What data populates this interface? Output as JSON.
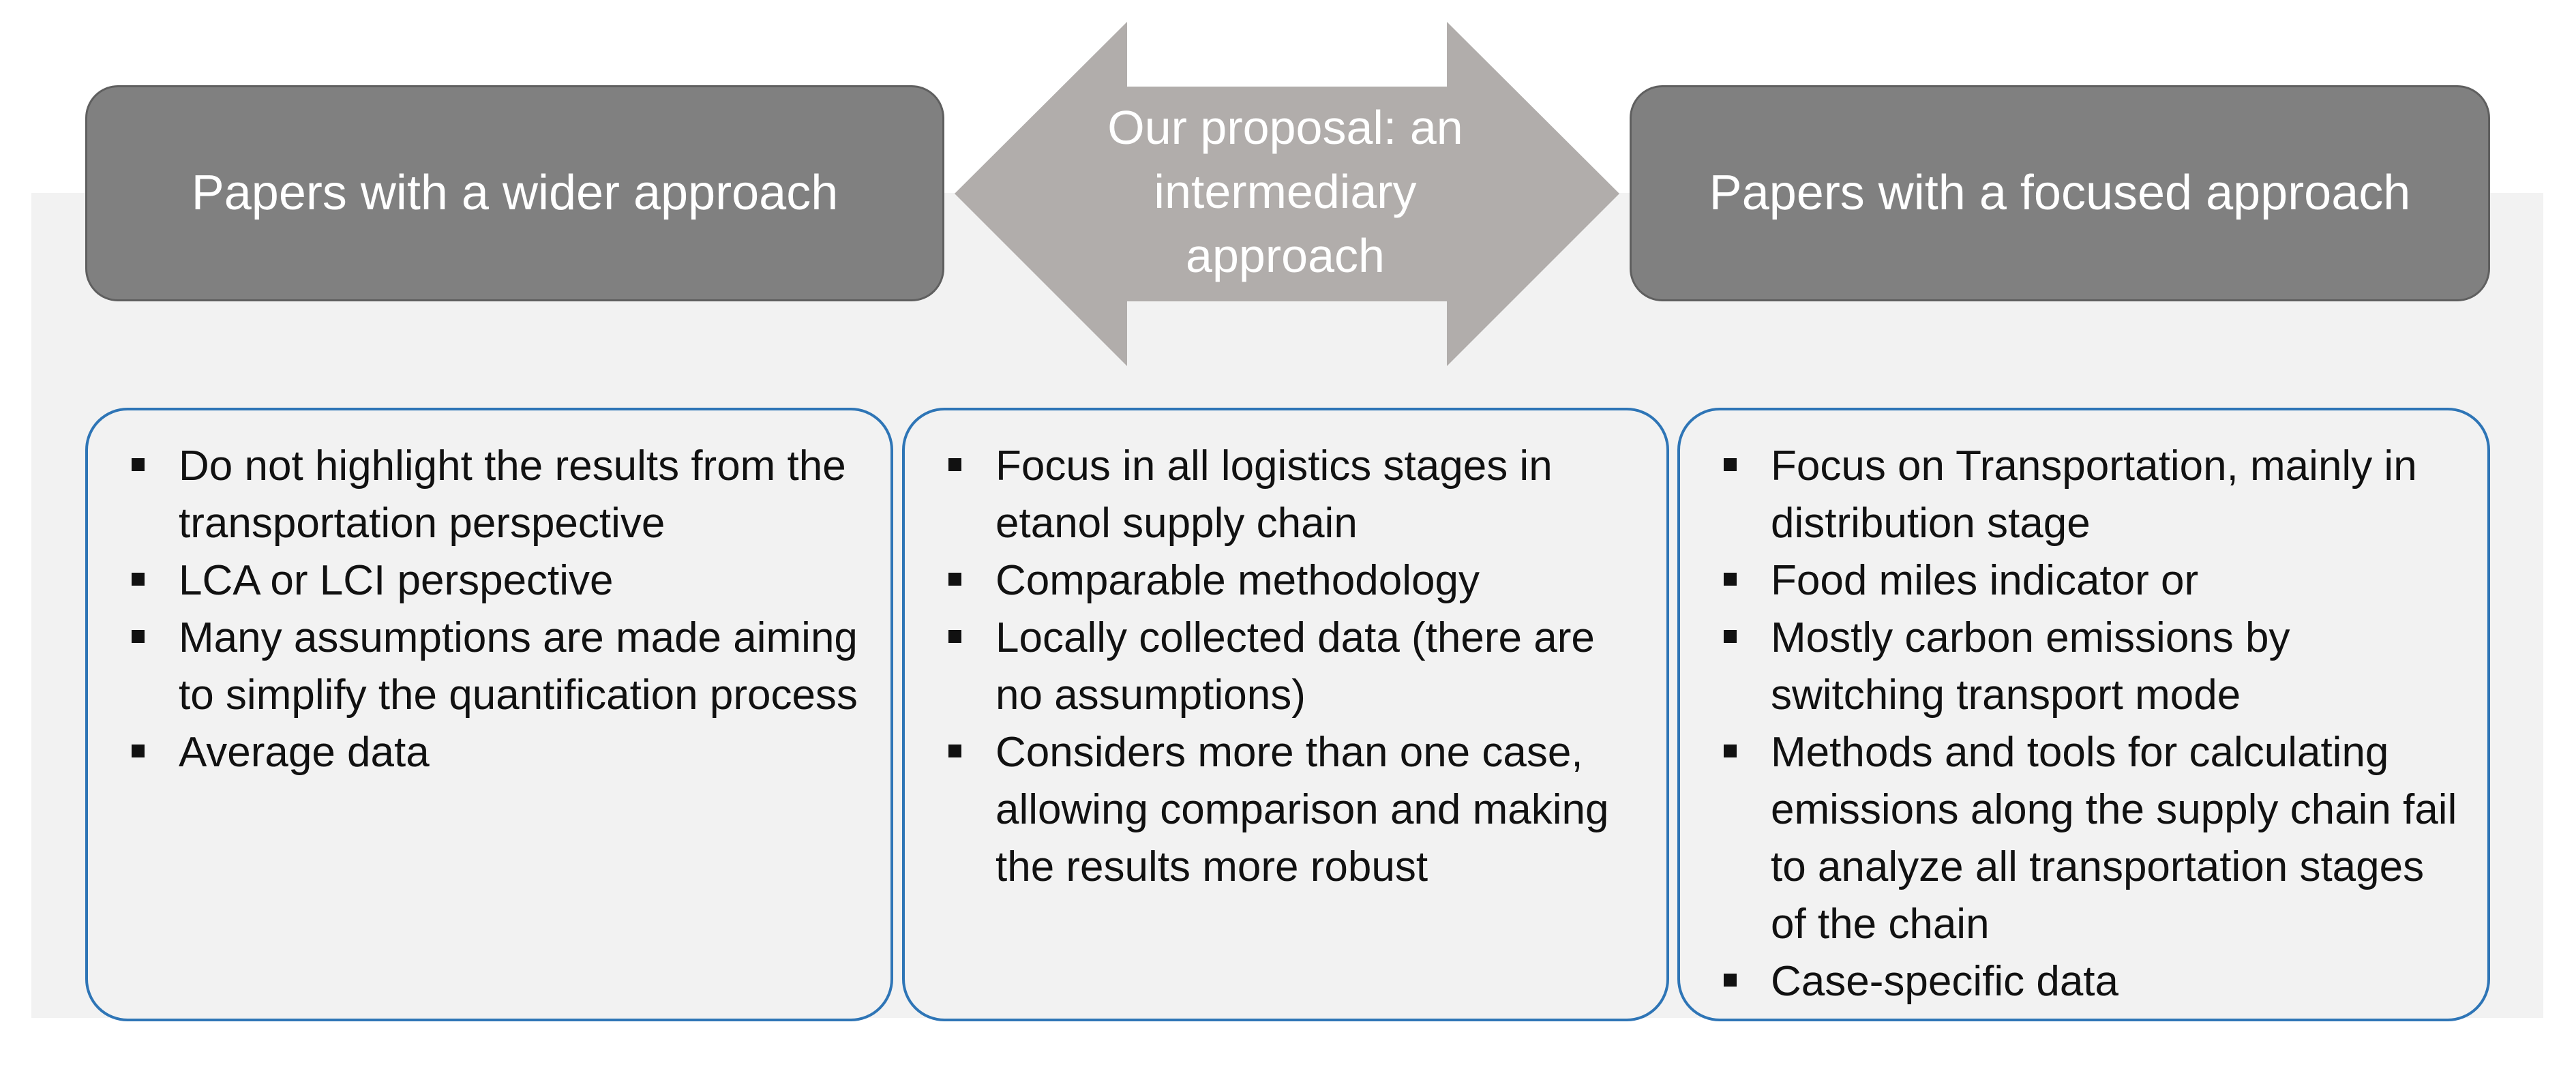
{
  "header_left": {
    "label": "Papers with a wider approach"
  },
  "header_center": {
    "label": "Our proposal: an intermediary approach"
  },
  "header_right": {
    "label": "Papers with a focused approach"
  },
  "columns": {
    "left": [
      "Do not highlight the results from the transportation perspective",
      "LCA or LCI perspective",
      "Many assumptions are made aiming to simplify the quantification process",
      "Average data"
    ],
    "center": [
      "Focus in all logistics stages in etanol supply chain",
      "Comparable methodology",
      "Locally collected data (there are no assumptions)",
      "Considers more than one case, allowing comparison and making the results more robust"
    ],
    "right": [
      "Focus on Transportation, mainly in distribution stage",
      "Food miles indicator or",
      "Mostly carbon emissions by switching transport mode",
      "Methods and tools for calculating emissions along the supply chain fail to analyze all transportation stages of the chain",
      "Case-specific data"
    ]
  },
  "colors": {
    "header_fill": "#808080",
    "arrow_fill": "#b1adab",
    "box_border": "#2e75b6",
    "background": "#f2f2f2"
  },
  "icons": {
    "bullet": "square-bullet-icon",
    "arrow": "double-headed-arrow"
  }
}
